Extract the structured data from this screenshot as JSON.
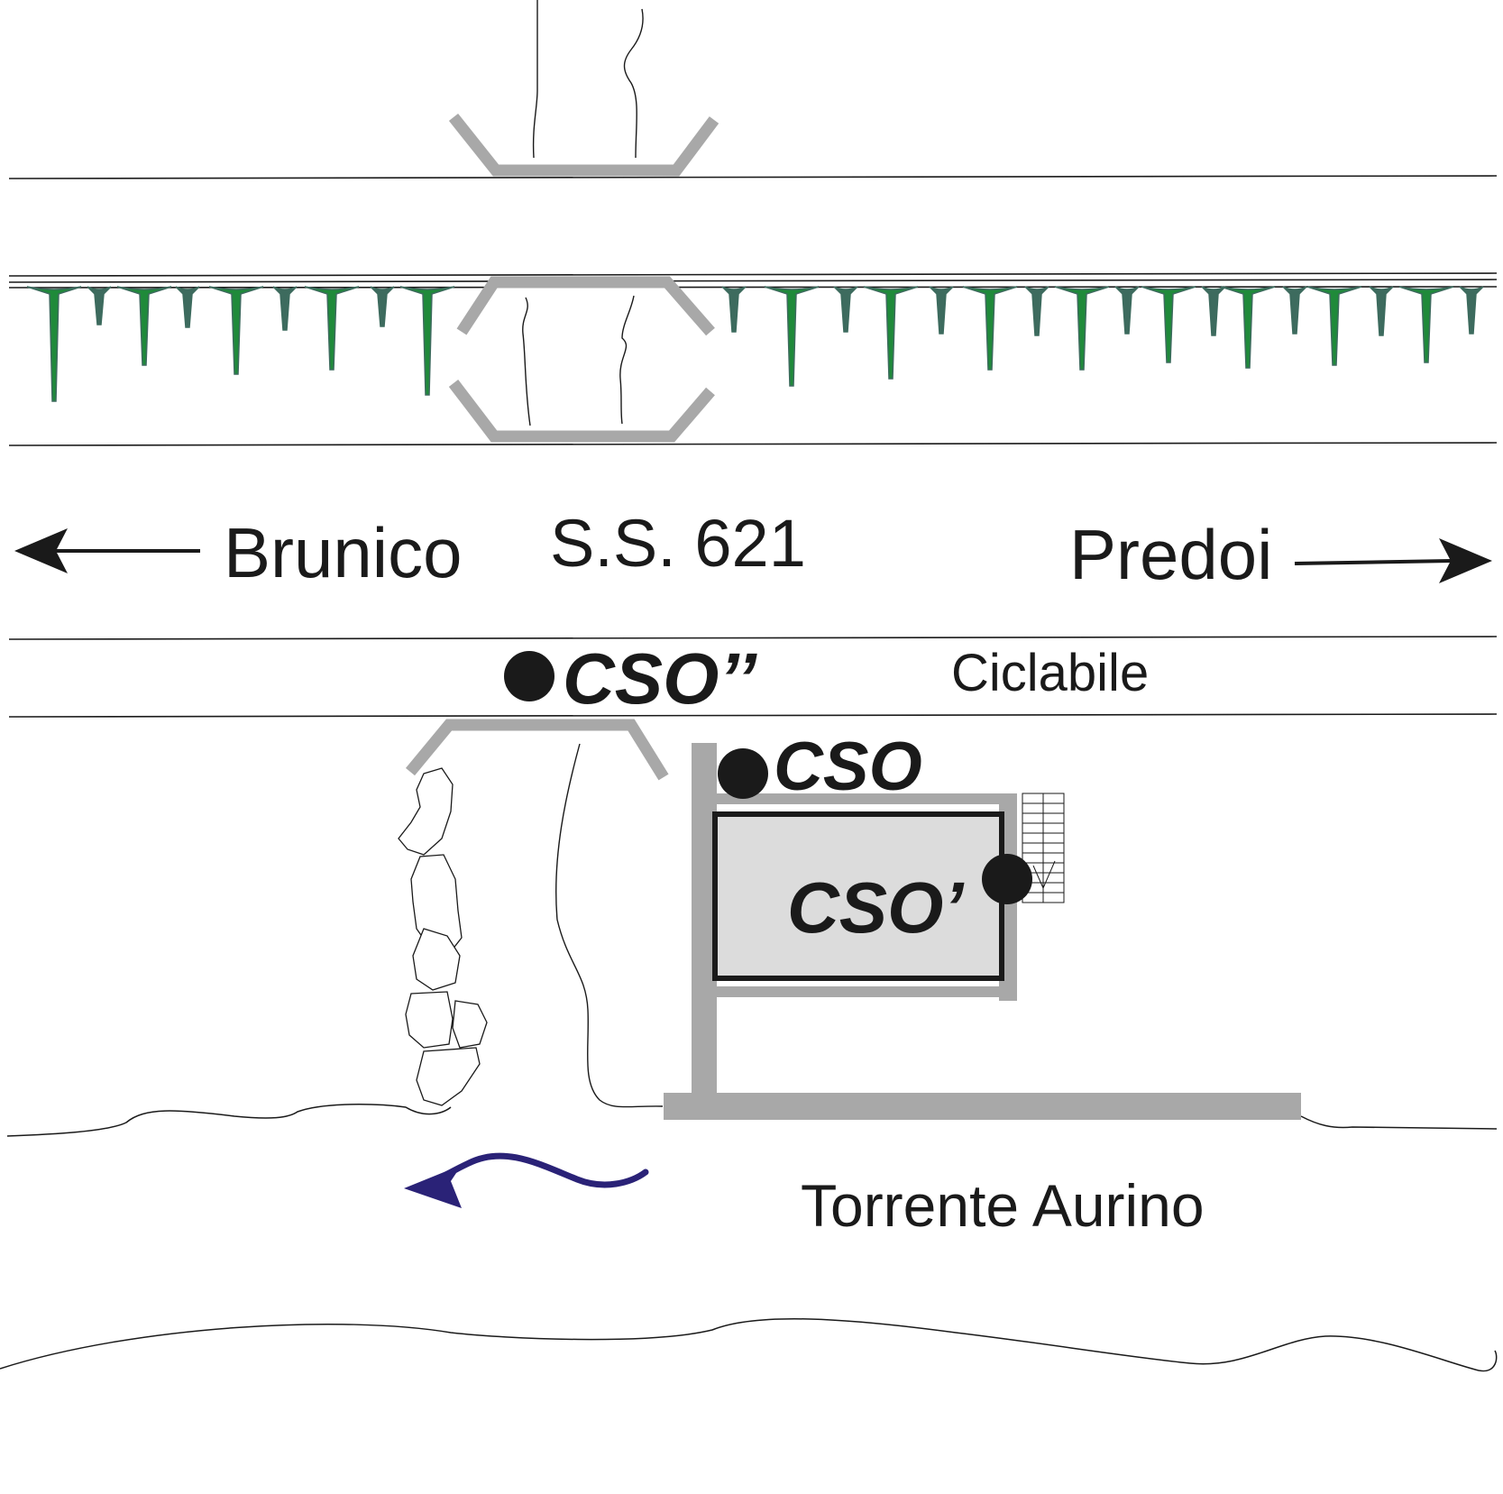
{
  "labels": {
    "west_direction": "Brunico",
    "road_name": "S.S. 621",
    "east_direction": "Predoi",
    "bike_path": "Ciclabile",
    "stream": "Torrente Aurino",
    "cso_main": "CSO",
    "cso_prime": "CSO’",
    "cso_double_prime": "CSO’’"
  },
  "colors": {
    "structure_gray": "#a8a8a8",
    "tank_fill": "#dcdcdc",
    "hedge_green": "#1f8a3a",
    "hedge_dark": "#3d6b5e",
    "flow_arrow": "#2a2277",
    "ink": "#1a1a1a"
  },
  "icons": {
    "flow_direction": "curved-arrow-left-icon",
    "direction_west": "arrow-left-icon",
    "direction_east": "arrow-right-icon",
    "cso_marker": "filled-dot-icon",
    "ladder": "ladder-grid-icon"
  }
}
